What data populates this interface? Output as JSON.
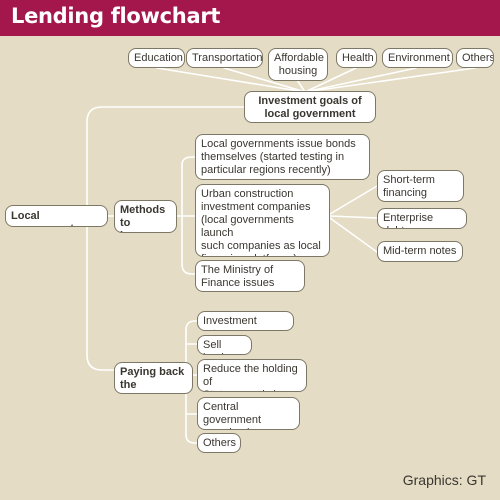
{
  "title": "Lending flowchart",
  "credit": "Graphics: GT",
  "colors": {
    "title_bar": "#a3174d",
    "background": "#e4dcc5",
    "box_fill": "#ffffff",
    "box_border": "#7d7866",
    "connector": "#ffffff"
  },
  "goals": {
    "items": [
      "Education",
      "Transportation",
      "Affordable\nhousing",
      "Health",
      "Environment",
      "Others"
    ],
    "label": "Investment goals of\nlocal government debts"
  },
  "root": "Local governments",
  "methods": {
    "label": "Methods to\nissue bonds",
    "items": [
      "Local governments issue bonds\nthemselves (started testing in\nparticular regions recently)",
      "Urban construction\ninvestment companies\n(local governments launch\nsuch companies as local\nfinancing platforms)",
      "The Ministry of\nFinance issues bonds"
    ],
    "sub_items": [
      "Short-term\nfinancing bonds",
      "Enterprise debts",
      "Mid-term notes"
    ]
  },
  "payback": {
    "label": "Paying back the\ndebts?",
    "items": [
      "Investment returns",
      "Sell lands",
      "Reduce the holding of\nState-owned shares",
      "Central government\npays back",
      "Others"
    ]
  }
}
